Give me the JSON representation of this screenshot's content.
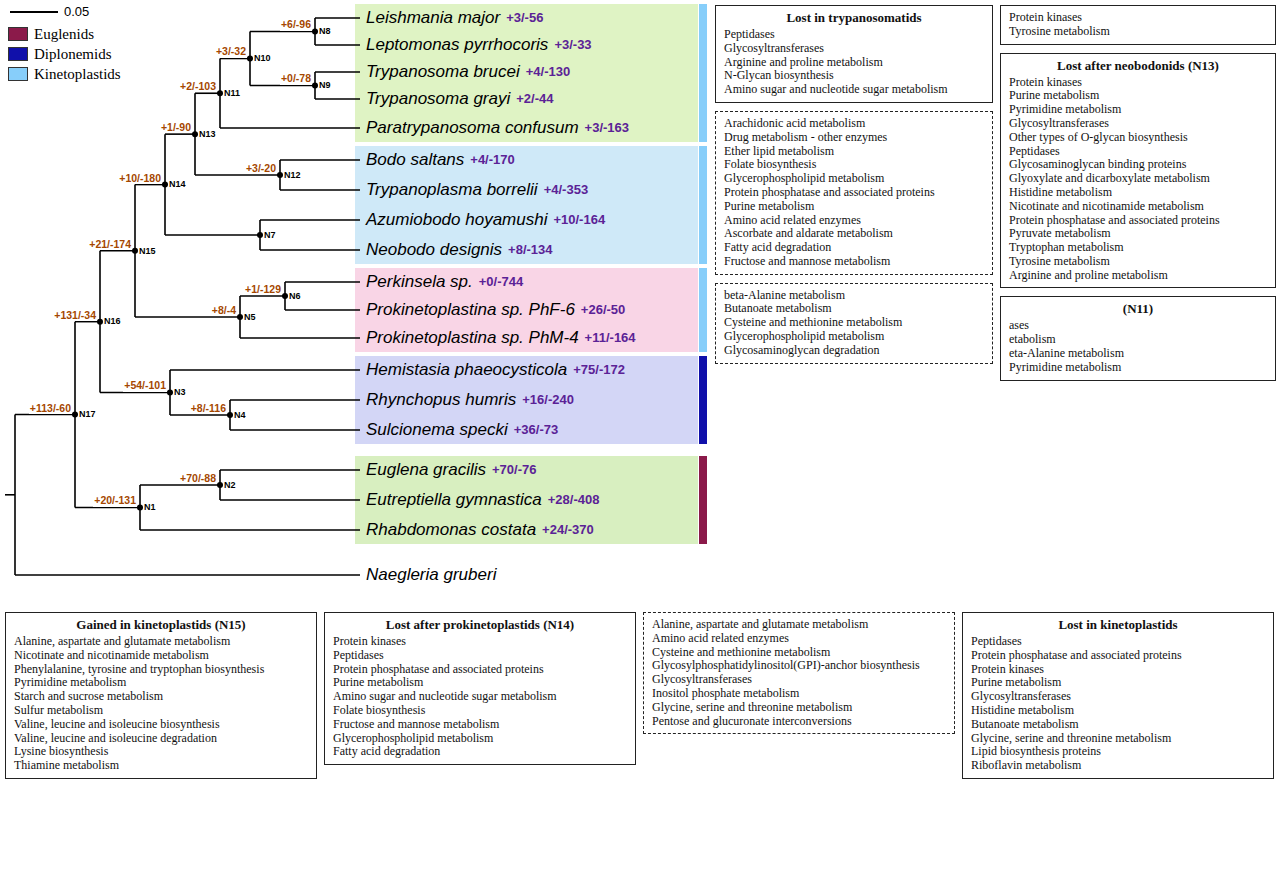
{
  "diagram": {
    "nodes": [
      {
        "text": [
          "(N11)",
          "ases",
          "etabolism",
          "eta-Alanine metabolism",
          "Pyrimidine metabolism"
        ]
      },
      {
        "text": [
          "Lost in trypanosomatids",
          "Peptidases",
          "Glycosyltransferases",
          "Arginine and proline metabolism",
          "N-Glycan biosynthesis",
          "Amino sugar and nucleotide sugar metabolism"
        ]
      },
      {
        "text": [
          "Protein kinases",
          "Tyrosine metabolism"
        ]
      },
      {
        "text": [
          "Arachidonic acid metabolism",
          "Drug metabolism - other enzymes",
          "Ether lipid metabolism",
          "Folate biosynthesis",
          "Glycerophospholipid metabolism",
          "Protein phosphatase and associated proteins",
          "Purine metabolism",
          "Amino acid related enzymes",
          "Ascorbate and aldarate metabolism",
          "Fatty acid degradation",
          "Fructose and mannose metabolism"
        ]
      },
      {
        "text": [
          "Lost after neobodonids (N13)",
          "Protein kinases",
          "Purine metabolism",
          "Pyrimidine metabolism",
          "Glycosyltransferases",
          "Other types of O-glycan biosynthesis",
          "Peptidases",
          "Glycosaminoglycan binding proteins",
          "Glyoxylate and dicarboxylate metabolism",
          "Histidine metabolism",
          "Nicotinate and nicotinamide metabolism",
          "Protein phosphatase and associated proteins",
          "Pyruvate metabolism",
          "Tryptophan metabolism",
          "Tyrosine metabolism",
          "Arginine and proline metabolism"
        ]
      },
      {
        "text": [
          "beta-Alanine metabolism",
          "Butanoate metabolism",
          "Cysteine and methionine metabolism",
          "Glycerophospholipid metabolism",
          "Glycosaminoglycan degradation"
        ]
      },
      {
        "text": [
          "Gained in kinetoplastids (N15)",
          "Alanine, aspartate and glutamate metabolism",
          "Nicotinate and nicotinamide metabolism",
          "Phenylalanine, tyrosine and tryptophan biosynthesis",
          "Pyrimidine metabolism",
          "Starch and sucrose metabolism",
          "Sulfur metabolism",
          "Valine, leucine and isoleucine biosynthesis",
          "Valine, leucine and isoleucine degradation",
          "Lysine biosynthesis",
          "Thiamine metabolism"
        ]
      },
      {
        "text": [
          "Lost after prokinetoplastids (N14)",
          "Protein kinases",
          "Peptidases",
          "Protein phosphatase and associated proteins",
          "Purine metabolism",
          "Amino sugar and nucleotide sugar metabolism",
          "Folate biosynthesis",
          "Fructose and mannose metabolism",
          "Glycerophospholipid metabolism",
          "Fatty acid degradation"
        ]
      },
      {
        "text": [
          "Alanine, aspartate and glutamate metabolism",
          "Amino acid related enzymes",
          "Cysteine and methionine metabolism",
          "Glycosylphosphatidylinositol(GPI)-anchor biosynthesis",
          "Glycosyltransferases",
          "Inositol phosphate metabolism",
          "Glycine, serine and threonine metabolism",
          "Pentose and glucuronate interconversions"
        ]
      },
      {
        "text": [
          "Lost in kinetoplastids",
          "Peptidases",
          "Protein phosphatase and associated proteins",
          "Protein kinases",
          "Purine metabolism",
          "Glycosyltransferases",
          "Histidine metabolism",
          "Butanoate metabolism",
          "Glycine, serine and threonine metabolism",
          "Lipid biosynthesis proteins",
          "Riboflavin metabolism"
        ]
      }
    ],
    "labels": [
      "0.05",
      "Leishmania major",
      "+3/-56",
      "Leptomonas pyrrhocoris",
      "+3/-33",
      "Trypanosoma brucei",
      "+4/-130",
      "Trypanosoma grayi",
      "+2/-44",
      "Paratrypanosoma confusum",
      "+3/-163",
      "Bodo saltans",
      "+4/-170",
      "Trypanoplasma borrelii",
      "+4/-353",
      "Azumiobodo hoyamushi",
      "+10/-164",
      "Neobodo designis",
      "+8/-134",
      "Perkinsela sp.",
      "+0/-744",
      "Prokinetoplastina sp. PhF-6",
      "+26/-50",
      "Prokinetoplastina sp. PhM-4",
      "+11/-164",
      "Hemistasia phaeocysticola",
      "+75/-172",
      "Rhynchopus humris",
      "+16/-240",
      "Sulcionema specki",
      "+36/-73",
      "Euglena gracilis",
      "+70/-76",
      "Eutreptiella gymnastica",
      "+28/-408",
      "Rhabdomonas costata",
      "+24/-370",
      "Naegleria gruberi",
      "N8",
      "+6/-96",
      "N9",
      "+0/-78",
      "N10",
      "+3/-32",
      "N11",
      "+2/-103",
      "N12",
      "+3/-20",
      "N13",
      "+1/-90",
      "N7",
      "N14",
      "+10/-180",
      "N6",
      "+1/-129",
      "N5",
      "+8/-4",
      "N15",
      "+21/-174",
      "N4",
      "+8/-116",
      "N3",
      "+54/-101",
      "N16",
      "+131/-34",
      "N2",
      "+70/-88",
      "N1",
      "+20/-131",
      "N17",
      "+113/-60"
    ],
    "legend": [
      {
        "text": "Euglenids",
        "color": "#8b1a4a"
      },
      {
        "text": "Diplonemids",
        "color": "#1010aa"
      },
      {
        "text": "Kinetoplastids",
        "color": "#87cefa"
      }
    ]
  }
}
